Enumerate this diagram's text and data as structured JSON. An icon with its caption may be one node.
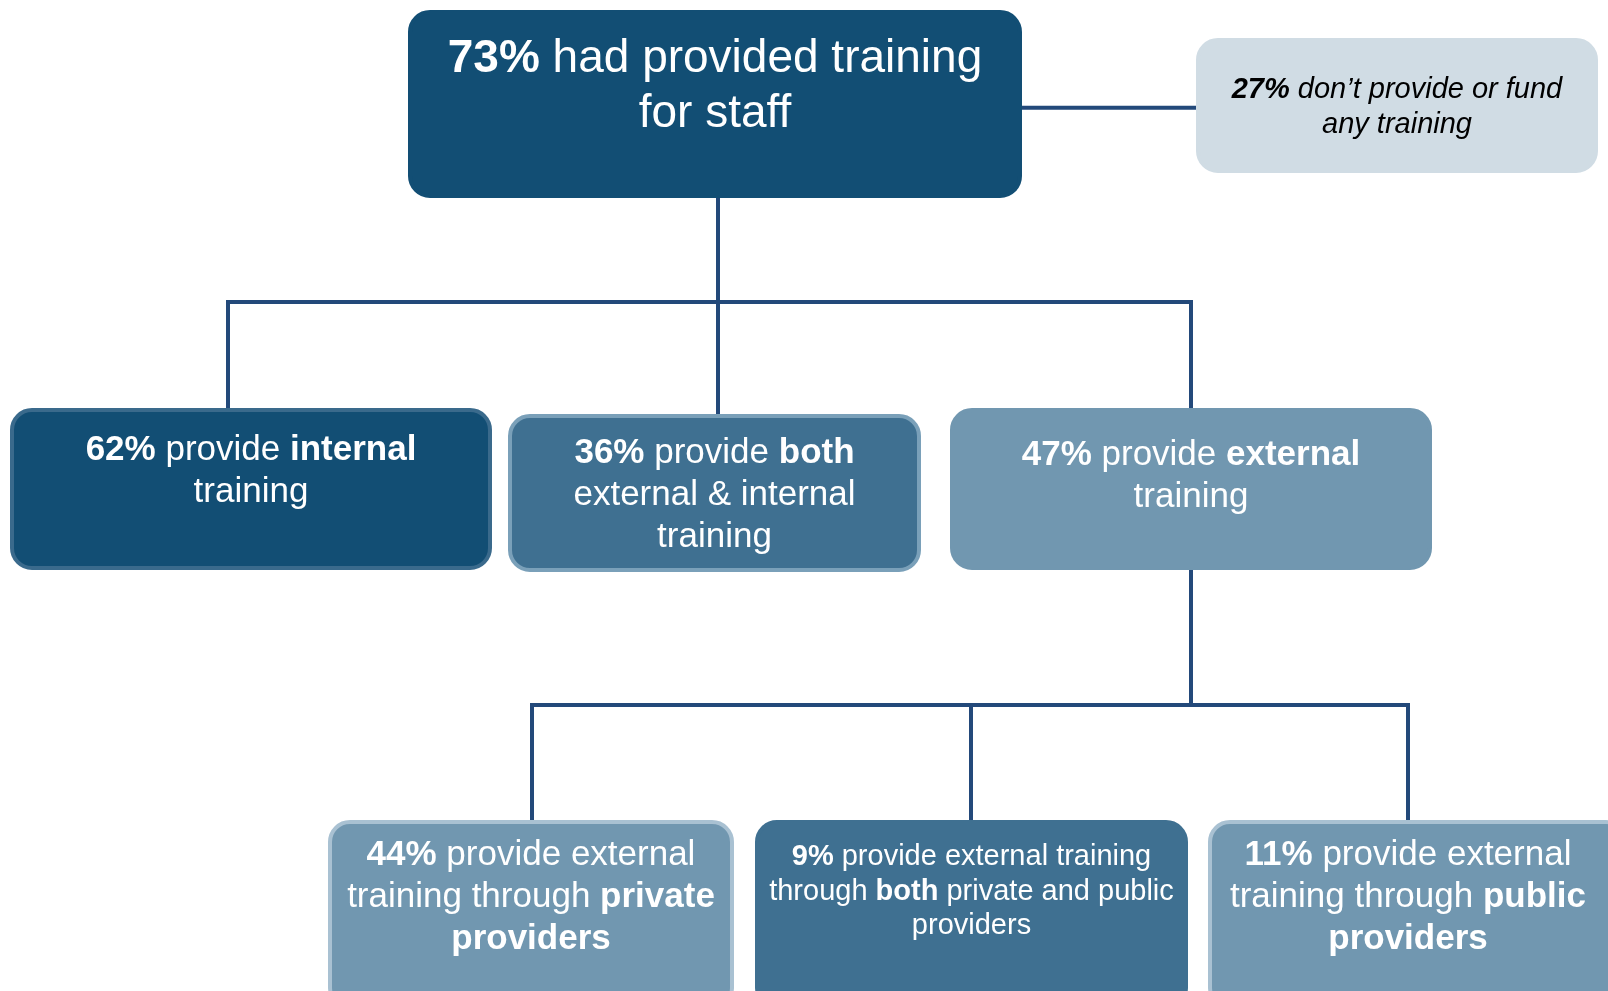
{
  "diagram": {
    "nodes": [
      {
        "text": [
          "**73%** had provided training for staff"
        ]
      },
      {
        "text": [
          "**27%** don’t provide or fund any training"
        ]
      },
      {
        "text": [
          "**62%** provide **internal** training"
        ]
      },
      {
        "text": [
          "**36%** provide **both** external & internal training"
        ]
      },
      {
        "text": [
          "**47%** provide **external** training"
        ]
      },
      {
        "text": [
          "**44%** provide external training through **private providers**"
        ]
      },
      {
        "text": [
          "**9%** provide external training through **both** private and public providers"
        ]
      },
      {
        "text": [
          "**11%** provide external training through **public providers**"
        ]
      }
    ],
    "edges": [
      {
        "from": 0,
        "to": 1,
        "arrow": "none"
      },
      {
        "from": 0,
        "to": 2,
        "arrow": "none"
      },
      {
        "from": 0,
        "to": 3,
        "arrow": "none"
      },
      {
        "from": 0,
        "to": 4,
        "arrow": "none"
      },
      {
        "from": 4,
        "to": 5,
        "arrow": "none"
      },
      {
        "from": 4,
        "to": 6,
        "arrow": "none"
      },
      {
        "from": 4,
        "to": 7,
        "arrow": "none"
      }
    ]
  }
}
